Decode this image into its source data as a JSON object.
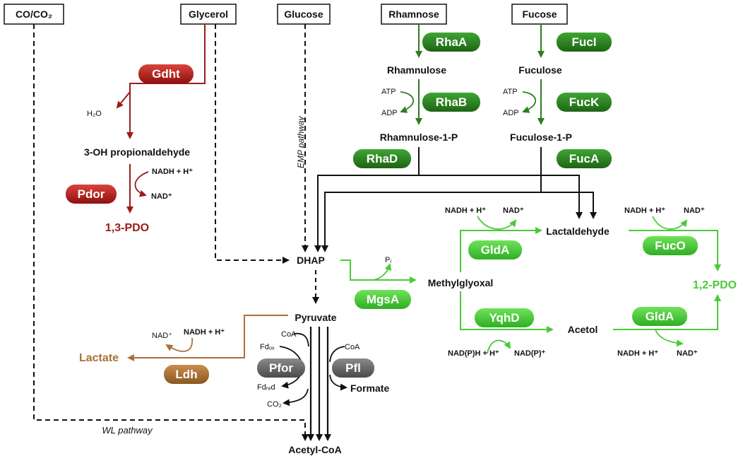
{
  "sources": {
    "co_co2": "CO/CO₂",
    "glycerol": "Glycerol",
    "glucose": "Glucose",
    "rhamnose": "Rhamnose",
    "fucose": "Fucose"
  },
  "enzymes": {
    "gdht": "Gdht",
    "pdor": "Pdor",
    "rhaA": "RhaA",
    "rhaB": "RhaB",
    "rhaD": "RhaD",
    "fucI": "FucI",
    "fucK": "FucK",
    "fucA": "FucA",
    "gldA_top": "GldA",
    "fucO": "FucO",
    "mgsA": "MgsA",
    "yqhD": "YqhD",
    "gldA_bottom": "GldA",
    "pfor": "Pfor",
    "pfl": "Pfl",
    "ldh": "Ldh"
  },
  "metabolites": {
    "h2o": "H₂O",
    "oh_propionaldehyde": "3-OH propionaldehyde",
    "pdo13": "1,3-PDO",
    "rhamnulose": "Rhamnulose",
    "rhamnulose_1p": "Rhamnulose-1-P",
    "fuculose": "Fuculose",
    "fuculose_1p": "Fuculose-1-P",
    "dhap": "DHAP",
    "pi": "Pᵢ",
    "methylglyoxal": "Methylglyoxal",
    "lactaldehyde": "Lactaldehyde",
    "pdo12": "1,2-PDO",
    "acetol": "Acetol",
    "pyruvate": "Pyruvate",
    "lactate": "Lactate",
    "formate": "Formate",
    "acetyl_coa": "Acetyl-CoA",
    "coa_left": "CoA",
    "coa_right": "CoA",
    "fd_ox": "Fdₒₓ",
    "fd_red": "Fdᵣₑd",
    "co2": "CO₂"
  },
  "cofactors": {
    "rhab_atp": "ATP",
    "rhab_adp": "ADP",
    "fuck_atp": "ATP",
    "fuck_adp": "ADP",
    "pdor_nadh": "NADH + H⁺",
    "pdor_nad": "NAD⁺",
    "glda_top_nadh": "NADH + H⁺",
    "glda_top_nad": "NAD⁺",
    "fuco_nadh": "NADH + H⁺",
    "fuco_nad": "NAD⁺",
    "yqhd_nadph": "NAD(P)H + H⁺",
    "yqhd_nadp": "NAD(P)⁺",
    "glda_bottom_nadh": "NADH + H⁺",
    "glda_bottom_nad": "NAD⁺",
    "ldh_nad": "NAD⁺",
    "ldh_nadh": "NADH + H⁺"
  },
  "pathways": {
    "emp": "EMP pathway",
    "wl": "WL pathway"
  },
  "colors": {
    "glycerol_branch": "#9b1b1b",
    "deoxy_sugar_branch": "#2e7d1f",
    "methylglyoxal_branch": "#4cc93a",
    "lactate_branch": "#a87238",
    "central": "#111111",
    "pfor_pfl_pill": "#6b6b6b"
  }
}
